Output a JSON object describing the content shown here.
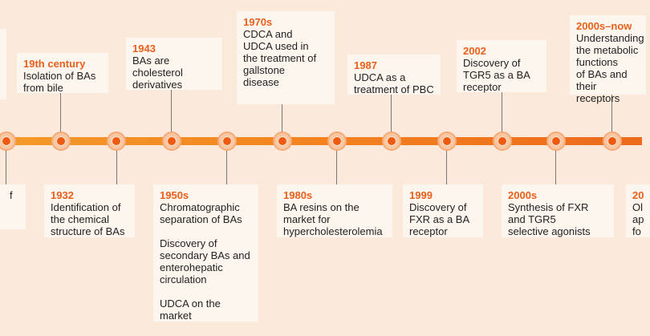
{
  "events_top": [
    {
      "id": "top-edge-left",
      "date": "",
      "lines": []
    },
    {
      "id": "19th-century",
      "date": "19th century",
      "lines": [
        "Isolation of BAs\nfrom bile"
      ]
    },
    {
      "id": "1943",
      "date": "1943",
      "lines": [
        "BAs are\ncholesterol\nderivatives"
      ]
    },
    {
      "id": "1970s",
      "date": "1970s",
      "lines": [
        "CDCA and\nUDCA used in\nthe treatment of\ngallstone\ndisease"
      ]
    },
    {
      "id": "1987",
      "date": "1987",
      "lines": [
        "UDCA as a\ntreatment of PBC"
      ]
    },
    {
      "id": "2002",
      "date": "2002",
      "lines": [
        "Discovery of\nTGR5 as a BA\nreceptor"
      ]
    },
    {
      "id": "2000s-now",
      "date": "2000s–now",
      "lines": [
        "Understanding\nthe metabolic\nfunctions\nof BAs and their\nreceptors"
      ]
    }
  ],
  "events_bottom": [
    {
      "id": "left-edge",
      "date": "",
      "lines": [
        "f"
      ]
    },
    {
      "id": "1932",
      "date": "1932",
      "lines": [
        "Identification of\nthe chemical\nstructure of BAs"
      ]
    },
    {
      "id": "1950s",
      "date": "1950s",
      "lines": [
        "Chromatographic\nseparation of BAs",
        "Discovery of\nsecondary BAs and\nenterohepatic\ncirculation",
        "UDCA on the\nmarket"
      ]
    },
    {
      "id": "1980s",
      "date": "1980s",
      "lines": [
        "BA resins on the\nmarket for\nhypercholesterolemia"
      ]
    },
    {
      "id": "1999",
      "date": "1999",
      "lines": [
        "Discovery of\nFXR as a BA\nreceptor"
      ]
    },
    {
      "id": "2000s",
      "date": "2000s",
      "lines": [
        "Synthesis of FXR\nand TGR5\nselective agonists"
      ]
    },
    {
      "id": "right-edge",
      "date": "20",
      "lines": [
        "Ol\nap\nfo"
      ]
    }
  ]
}
